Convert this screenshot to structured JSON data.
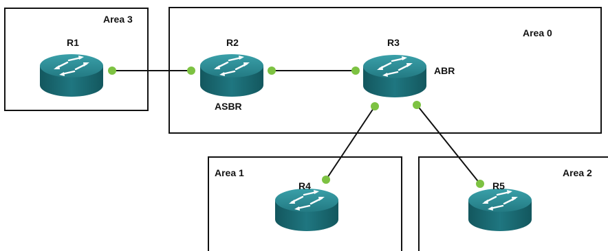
{
  "areas": [
    {
      "id": "area3",
      "label": "Area 3"
    },
    {
      "id": "area0",
      "label": "Area 0"
    },
    {
      "id": "area1",
      "label": "Area 1"
    },
    {
      "id": "area2",
      "label": "Area 2"
    }
  ],
  "routers": [
    {
      "id": "r1",
      "label": "R1",
      "role": ""
    },
    {
      "id": "r2",
      "label": "R2",
      "role": "ASBR"
    },
    {
      "id": "r3",
      "label": "R3",
      "role": "ABR"
    },
    {
      "id": "r4",
      "label": "R4",
      "role": ""
    },
    {
      "id": "r5",
      "label": "R5",
      "role": ""
    }
  ],
  "links": [
    {
      "from": "R1",
      "to": "R2"
    },
    {
      "from": "R2",
      "to": "R3"
    },
    {
      "from": "R3",
      "to": "R4"
    },
    {
      "from": "R3",
      "to": "R5"
    }
  ],
  "colors": {
    "router_body": "#1f6f78",
    "router_top": "#2f8f98",
    "interface_dot": "#7dc242",
    "border": "#111111"
  }
}
